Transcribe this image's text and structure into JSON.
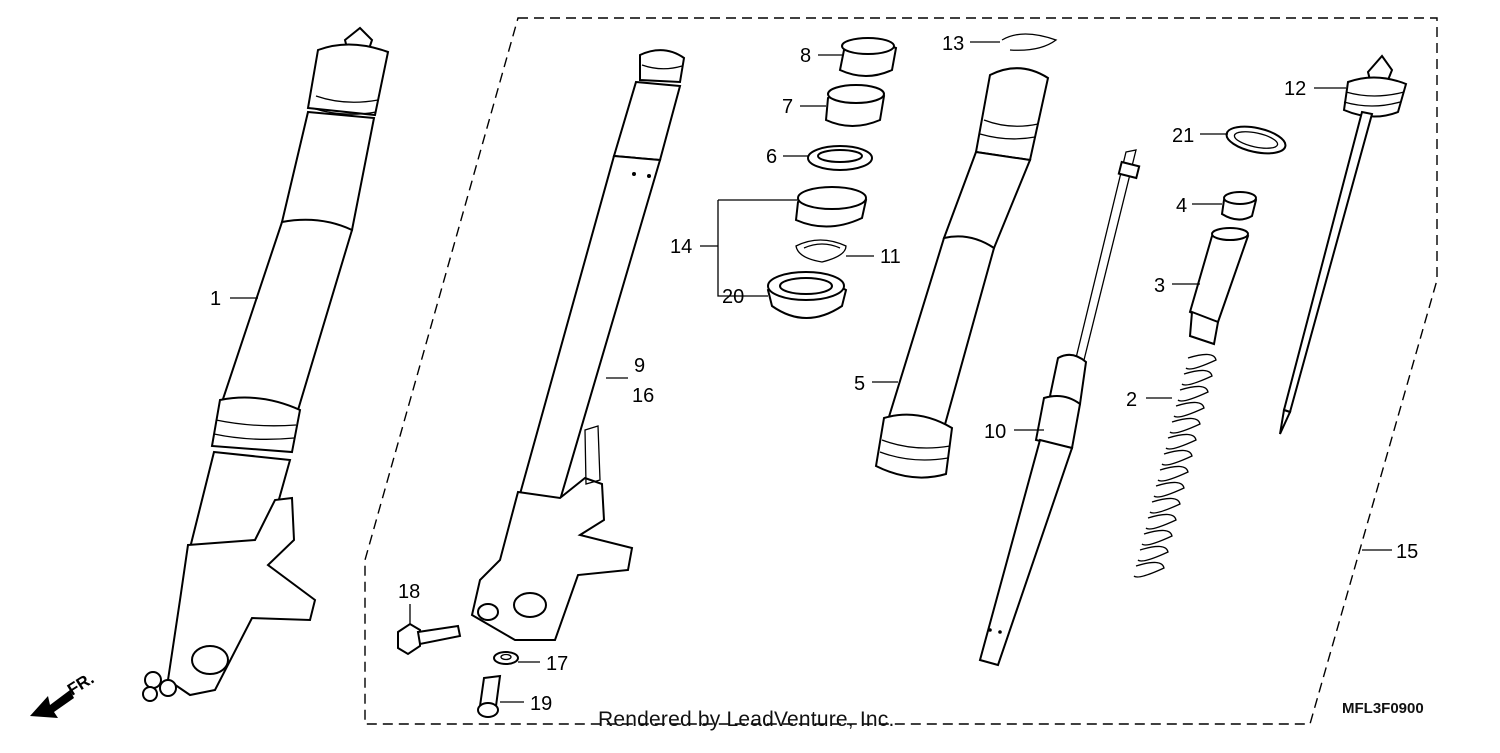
{
  "diagram": {
    "callouts": [
      "1",
      "2",
      "3",
      "4",
      "5",
      "6",
      "7",
      "8",
      "9",
      "10",
      "11",
      "12",
      "13",
      "14",
      "15",
      "16",
      "17",
      "18",
      "19",
      "20",
      "21"
    ],
    "direction_label": "FR.",
    "credit": "Rendered by LeadVenture, Inc.",
    "diagram_code": "MFL3F0900"
  }
}
